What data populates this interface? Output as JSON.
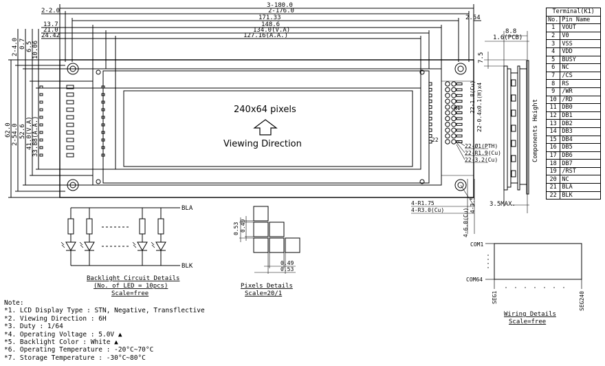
{
  "dimensions": {
    "top": [
      "3-180.0",
      "2-176.0",
      "171.33",
      "148.6",
      "134.0(V.A)",
      "127.16(A.A.)",
      "13.7",
      "21.0",
      "24.42",
      "2-2.0",
      "2.54"
    ],
    "left": [
      "2-4.0",
      "0.7",
      "6.5",
      "10.06",
      "62.0",
      "2-54.0",
      "52.6",
      "41.0(V.A)",
      "33.88(A.A.)"
    ],
    "right": [
      "8.8",
      "1.6(PCB)",
      "7.5",
      "Components Height",
      "3.5MAX.",
      "4-R1.75",
      "4-R3.0(Cu)",
      "4-6.0(Cu)",
      "4-3.5"
    ],
    "pads": [
      "22-1.8(Cu)",
      "22-0.4x0.1(H)x4",
      "22-Ø1(PTH)",
      "22-R1.9(Cu)",
      "22-3.2(Cu)",
      "K1",
      "22"
    ]
  },
  "display": {
    "pixels": "240x64 pixels",
    "direction": "Viewing Direction"
  },
  "terminal": {
    "title": "Terminal(K1)",
    "headers": [
      "No.",
      "Pin Name"
    ],
    "rows": [
      [
        "1",
        "VOUT"
      ],
      [
        "2",
        "V0"
      ],
      [
        "3",
        "VSS"
      ],
      [
        "4",
        "VDD"
      ],
      [
        "5",
        "BUSY"
      ],
      [
        "6",
        "NC"
      ],
      [
        "7",
        "/CS"
      ],
      [
        "8",
        "RS"
      ],
      [
        "9",
        "/WR"
      ],
      [
        "10",
        "/RD"
      ],
      [
        "11",
        "DB0"
      ],
      [
        "12",
        "DB1"
      ],
      [
        "13",
        "DB2"
      ],
      [
        "14",
        "DB3"
      ],
      [
        "15",
        "DB4"
      ],
      [
        "16",
        "DB5"
      ],
      [
        "17",
        "DB6"
      ],
      [
        "18",
        "DB7"
      ],
      [
        "19",
        "/RST"
      ],
      [
        "20",
        "NC"
      ],
      [
        "21",
        "BLA"
      ],
      [
        "22",
        "BLK"
      ]
    ]
  },
  "backlight": {
    "bla": "BLA",
    "blk": "BLK",
    "title": "Backlight Circuit Details",
    "sub": "(No. of LED = 10pcs)",
    "scale": "Scale=free"
  },
  "pixel_detail": {
    "d1": "0.53",
    "d2": "0.49",
    "d3": "0.49",
    "d4": "0.53",
    "title": "Pixels Details",
    "scale": "Scale=20/1"
  },
  "wiring": {
    "com1": "COM1",
    "com64": "COM64",
    "seg1": "SEG1",
    "seg240": "SEG240",
    "title": "Wiring Details",
    "scale": "Scale=free"
  },
  "notes": {
    "title": "Note:",
    "items": [
      "*1. LCD Display Type : STN, Negative, Transflective",
      "*2. Viewing Direction : 6H",
      "*3. Duty : 1/64",
      "*4. Operating Voltage : 5.0V",
      "*5. Backlight Color : White",
      "*6. Operating Temperature : -20°C~70°C",
      "*7. Storage Temperature : -30°C~80°C"
    ]
  }
}
